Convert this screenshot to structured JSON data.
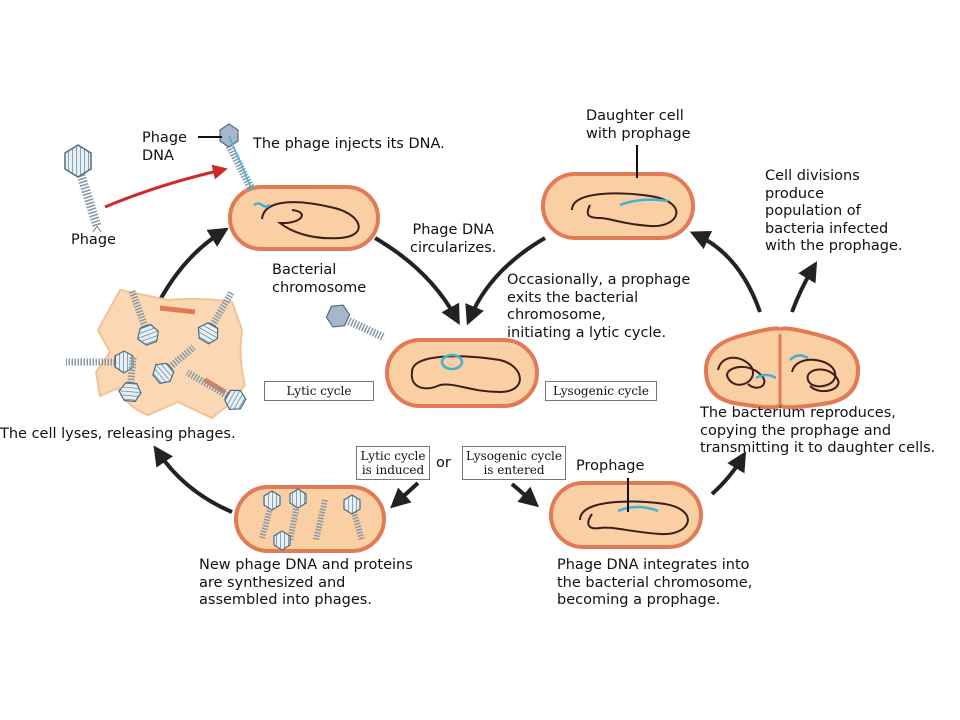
{
  "labels": {
    "phage": "Phage",
    "phage_dna": "Phage\nDNA",
    "injects": "The phage injects its DNA.",
    "bacterial_chromosome": "Bacterial\nchromosome",
    "circularizes": "Phage DNA\ncircularizes.",
    "daughter_cell": "Daughter cell\nwith prophage",
    "cell_divisions": "Cell divisions\nproduce\npopulation of\nbacteria infected\nwith the prophage.",
    "occasionally": "Occasionally, a prophage\nexits the bacterial\nchromosome,\ninitiating a lytic cycle.",
    "lytic_cycle": "Lytic cycle",
    "lysogenic_cycle": "Lysogenic cycle",
    "cell_lyses": "The cell lyses, releasing phages.",
    "reproduces": "The bacterium reproduces,\ncopying the prophage and\ntransmitting it to daughter cells.",
    "lytic_induced": "Lytic cycle\nis induced",
    "or": "or",
    "lysogenic_entered": "Lysogenic cycle\nis entered",
    "prophage": "Prophage",
    "synthesized": "New phage DNA and proteins\nare synthesized and\nassembled into phages.",
    "integrates": "Phage DNA integrates into\nthe bacterial chromosome,\nbecoming a prophage."
  },
  "colors": {
    "cell_fill": "#f9cfa3",
    "cell_outline": "#e27a55",
    "chromosome": "#3a1f1a",
    "phage_dna": "#3fb3d6",
    "phage_head": "#7fb0cf",
    "arrow": "#222222",
    "injection_arrow": "#d3272b"
  }
}
